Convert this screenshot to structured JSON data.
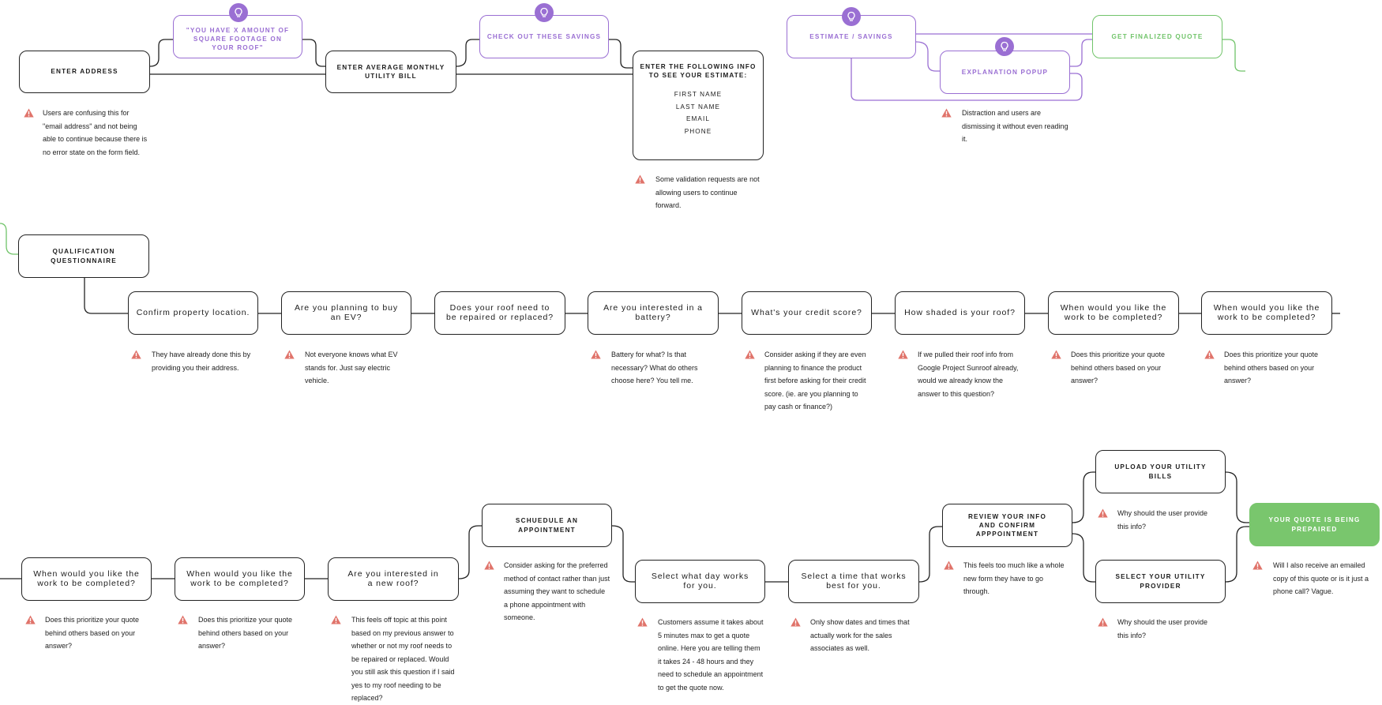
{
  "colors": {
    "outline": "#222222",
    "idea": "#9a6fd3",
    "final": "#71c46a",
    "final_fill": "#79c66d",
    "warning": "#e0736a"
  },
  "row1": {
    "enter_address": "ENTER ADDRESS",
    "sqft_idea": "\"YOU HAVE X AMOUNT OF\nSQUARE FOOTAGE ON\nYOUR ROOF\"",
    "utility_bill": "ENTER AVERAGE MONTHLY\nUTILITY BILL",
    "savings_idea": "CHECK OUT THESE SAVINGS",
    "info_form": {
      "title": "ENTER THE FOLLOWING INFO\nTO SEE YOUR ESTIMATE:",
      "fields": [
        "FIRST NAME",
        "LAST NAME",
        "EMAIL",
        "PHONE"
      ]
    },
    "estimate_savings": "ESTIMATE / SAVINGS",
    "explanation_popup": "EXPLANATION POPUP",
    "finalized_quote": "GET FINALIZED QUOTE",
    "notes": {
      "address": "Users are confusing this for \"email address\" and not being able to continue because there is no error state on the form field.",
      "validation": "Some validation requests are not allowing users to continue forward.",
      "popup": "Distraction and users are dismissing it without even reading it."
    }
  },
  "row2": {
    "start": "QUALIFICATION\nQUESTIONNAIRE",
    "questions": [
      "Confirm property location.",
      "Are you planning to buy\nan EV?",
      "Does your roof need to\nbe repaired or replaced?",
      "Are you interested in a\nbattery?",
      "What's your credit score?",
      "How shaded is your roof?",
      "When would you like the\nwork to be completed?",
      "When would you like the\nwork to be completed?"
    ],
    "notes": [
      "They have already done this by providing you their address.",
      "Not everyone knows what EV stands for. Just say electric vehicle.",
      "Battery for what? Is that necessary? What do others choose here? You tell me.",
      "Consider asking if they are even planning to finance the product first before asking for their credit score. (ie. are you planning to pay cash or finance?)",
      "If we pulled their roof info from Google Project Sunroof already, would we already know the answer to this question?",
      "Does this prioritize your quote behind others based on your answer?",
      "Does this prioritize your quote behind others based on your answer?"
    ]
  },
  "row3": {
    "questions": [
      "When would you like the\nwork to be completed?",
      "When would you like the\nwork to be completed?",
      "Are you interested in\na new roof?"
    ],
    "schedule": "SCHUEDULE AN APPOINTMENT",
    "day": "Select what day works\nfor you.",
    "time": "Select a time that works\nbest for you.",
    "review": "REVIEW YOUR INFO\nAND CONFIRM APPPOINTMENT",
    "upload_bills": "UPLOAD YOUR UTILITY BILLS",
    "select_provider": "SELECT YOUR UTILITY\nPROVIDER",
    "final": "YOUR QUOTE IS BEING\nPREPAIRED",
    "notes": [
      "Does this prioritize your quote behind others based on your answer?",
      "Does this prioritize your quote behind others based on your answer?",
      "This feels off topic at this point based on my previous answer to whether or not my roof needs to be repaired or replaced. Would you still ask this question if I said yes to my roof needing to be replaced?",
      "Consider asking for the preferred method of contact rather than just assuming they want to schedule a phone appointment with someone.",
      "Customers assume it takes about 5 minutes max to get a quote online. Here you are telling them it takes 24 - 48 hours and they need to schedule an appointment to get the quote now.",
      "Only show dates and times that actually work for the sales associates as well.",
      "This feels too much like a whole new form they have to go through.",
      "Why should the user provide this info?",
      "Why should the user provide this info?",
      "Will I also receive an emailed copy of this quote or is it just a phone call? Vague."
    ]
  }
}
